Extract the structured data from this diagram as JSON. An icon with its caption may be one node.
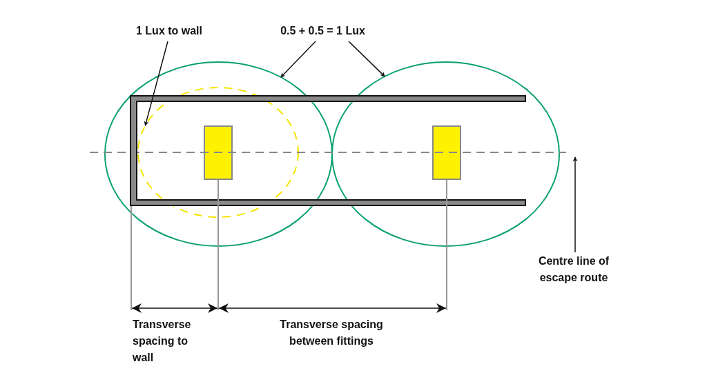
{
  "diagram": {
    "nodes": [
      {
        "text": [
          "1 Lux to wall"
        ]
      },
      {
        "text": [
          "0.5 + 0.5 = 1 Lux"
        ]
      },
      {
        "text": [],
        "shape": "circle"
      },
      {
        "text": [],
        "shape": "circle"
      },
      {
        "text": [],
        "shape": "circle",
        "in": 2
      },
      {
        "text": [
          "Centre line of escape route"
        ]
      },
      {
        "text": [],
        "shape": "line"
      },
      {
        "text": [],
        "shape": "box",
        "in": 4
      },
      {
        "text": [],
        "shape": "box",
        "in": 3
      }
    ],
    "edges": [
      {
        "from": 0,
        "to": 4,
        "arrow": "to"
      },
      {
        "from": 1,
        "to": 2,
        "arrow": "to"
      },
      {
        "from": 1,
        "to": 3,
        "arrow": "to"
      },
      {
        "from": 5,
        "to": 6,
        "arrow": "to"
      }
    ],
    "labels": [
      "Transverse spacing to wall",
      "Transverse spacing between fittings"
    ]
  }
}
